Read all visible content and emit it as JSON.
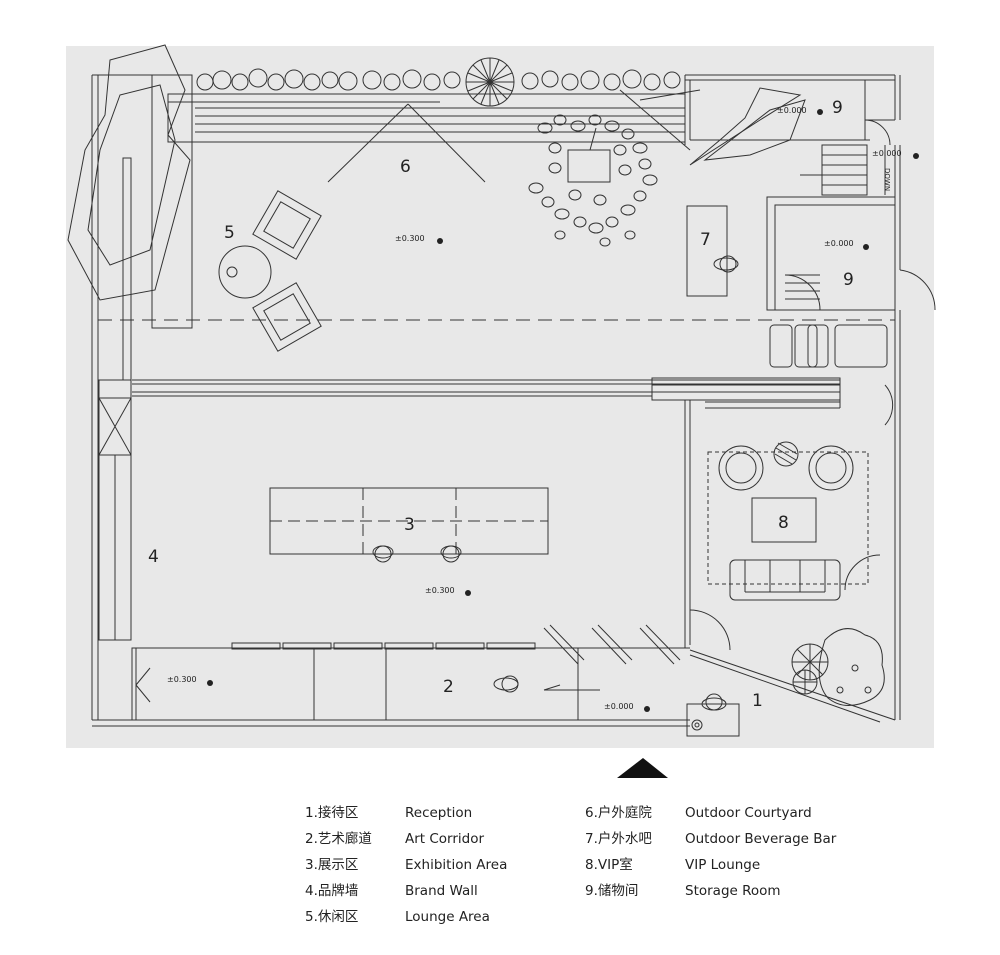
{
  "plan": {
    "zone_numbers": {
      "reception": "1",
      "art_corridor": "2",
      "exhibition": "3",
      "brand_wall": "4",
      "lounge": "5",
      "courtyard": "6",
      "beverage_bar": "7",
      "vip": "8",
      "storage_a": "9",
      "storage_b": "9"
    },
    "levels": {
      "storage_a": "±0.000",
      "stair_landing": "±0.000",
      "storage_b": "±0.000",
      "lounge": "±0.300",
      "exhibition": "±0.300",
      "corridor": "±0.300",
      "reception": "±0.000"
    },
    "stair_label": "DOWN"
  },
  "legend": {
    "left": [
      {
        "zh": "1.接待区",
        "en": "Reception"
      },
      {
        "zh": "2.艺术廊道",
        "en": "Art Corridor"
      },
      {
        "zh": "3.展示区",
        "en": "Exhibition Area"
      },
      {
        "zh": "4.品牌墙",
        "en": "Brand Wall"
      },
      {
        "zh": "5.休闲区",
        "en": "Lounge Area"
      }
    ],
    "right": [
      {
        "zh": "6.户外庭院",
        "en": "Outdoor Courtyard"
      },
      {
        "zh": "7.户外水吧",
        "en": "Outdoor Beverage Bar"
      },
      {
        "zh": "8.VIP室",
        "en": "VIP Lounge"
      },
      {
        "zh": "9.储物间",
        "en": "Storage Room"
      }
    ]
  }
}
